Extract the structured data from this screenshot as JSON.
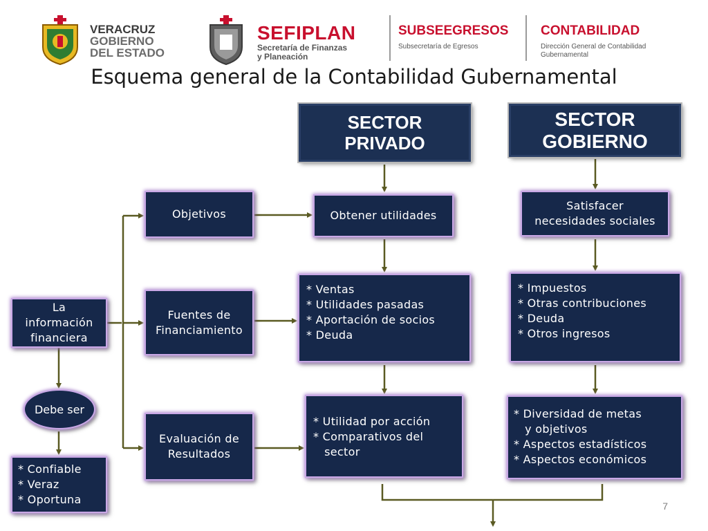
{
  "header": {
    "veracruz": {
      "line1": "VERACRUZ",
      "line2": "GOBIERNO",
      "line3": "DEL ESTADO"
    },
    "sefiplan": {
      "name": "SEFIPLAN",
      "sub1": "Secretaría de Finanzas",
      "sub2": "y Planeación"
    },
    "subseegresos": {
      "name": "SUBSEEGRESOS",
      "sub": "Subsecretaría de Egresos"
    },
    "contabilidad": {
      "name": "CONTABILIDAD",
      "sub1": "Dirección General de Contabilidad",
      "sub2": "Gubernamental"
    }
  },
  "title": "Esquema general de la Contabilidad Gubernamental",
  "columns": {
    "privado": {
      "line1": "SECTOR",
      "line2": "PRIVADO"
    },
    "gobierno": {
      "line1": "SECTOR",
      "line2": "GOBIERNO"
    }
  },
  "left": {
    "informacion": "La\ninformación\nfinanciera",
    "debe_ser": "Debe ser",
    "cualidades": "* Confiable\n* Veraz\n* Oportuna"
  },
  "rows": {
    "objetivos": "Objetivos",
    "fuentes": "Fuentes de\nFinanciamiento",
    "evaluacion": "Evaluación de\nResultados"
  },
  "privado": {
    "objetivo": "Obtener utilidades",
    "fuentes": "* Ventas\n* Utilidades pasadas\n* Aportación de socios\n* Deuda",
    "evaluacion": "* Utilidad por acción\n* Comparativos del\n   sector"
  },
  "gobierno": {
    "objetivo": "Satisfacer\nnecesidades sociales",
    "fuentes": "* Impuestos\n* Otras contribuciones\n* Deuda\n* Otros ingresos",
    "evaluacion": "* Diversidad de metas\n   y objetivos\n* Aspectos estadísticos\n* Aspectos económicos"
  },
  "page_number": "7",
  "colors": {
    "box": "#16284a",
    "glow": "#c9a8e6",
    "connector": "#5a5a22",
    "brand_red": "#c8102e"
  }
}
